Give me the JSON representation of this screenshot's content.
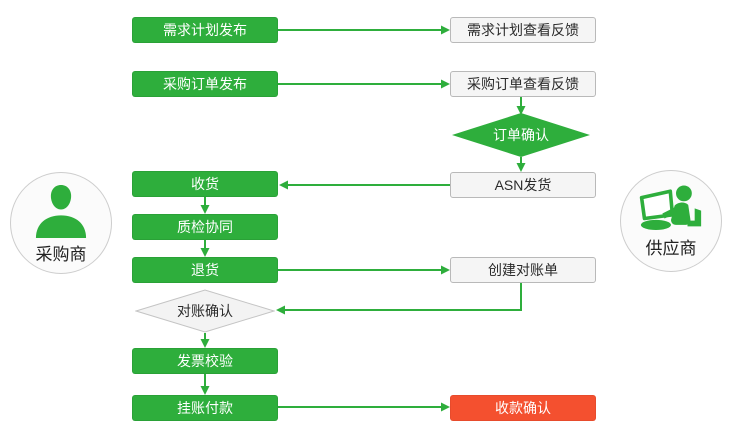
{
  "actors": {
    "buyer": {
      "label": "采购商",
      "icon": "buyer-person-icon"
    },
    "supplier": {
      "label": "供应商",
      "icon": "supplier-laptop-person-icon"
    }
  },
  "nodes": {
    "demand_plan_publish": {
      "label": "需求计划发布"
    },
    "demand_plan_feedback": {
      "label": "需求计划查看反馈"
    },
    "purchase_order_publish": {
      "label": "采购订单发布"
    },
    "purchase_order_feedback": {
      "label": "采购订单查看反馈"
    },
    "order_confirm": {
      "label": "订单确认"
    },
    "receive_goods": {
      "label": "收货"
    },
    "asn_shipment": {
      "label": "ASN发货"
    },
    "quality_collaboration": {
      "label": "质检协同"
    },
    "return_goods": {
      "label": "退货"
    },
    "create_statement": {
      "label": "创建对账单"
    },
    "statement_confirm": {
      "label": "对账确认"
    },
    "invoice_verification": {
      "label": "发票校验"
    },
    "book_payment": {
      "label": "挂账付款"
    },
    "receipt_confirm": {
      "label": "收款确认"
    }
  },
  "colors": {
    "green": "#2eae3c",
    "red": "#f4502f",
    "box_gray_fill": "#f5f5f5",
    "box_gray_border": "#b9b9b9",
    "diamond_gray_fill": "#f3f3f3",
    "diamond_gray_border": "#c4c4c4",
    "text_dark": "#2b2b2b"
  }
}
